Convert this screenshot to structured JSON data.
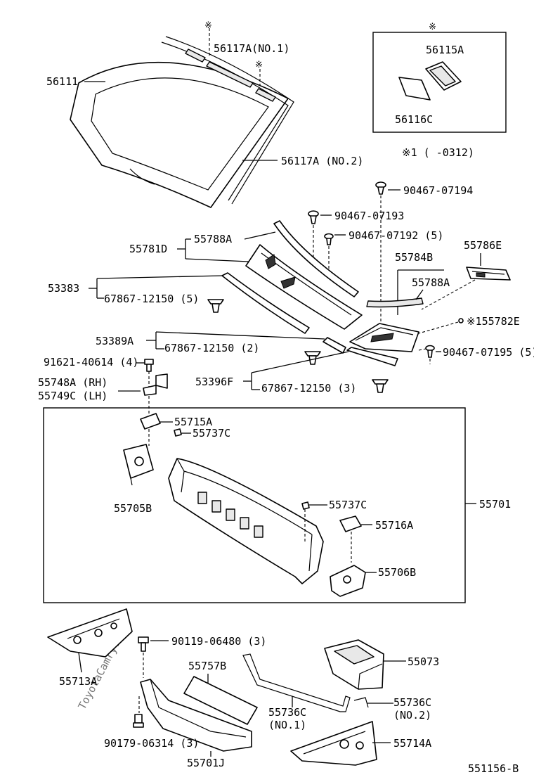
{
  "watermark": "ToyotaCamry.ru",
  "diagram_id": "551156-B",
  "note_mark": "※",
  "note": "※1 (  -0312)",
  "labels": {
    "p56111": "56111",
    "p56117A_1": "56117A(NO.1)",
    "p56117A_2": "56117A (NO.2)",
    "p56115A": "56115A",
    "p56116C": "56116C",
    "p90467_07194": "90467-07194",
    "p90467_07193": "90467-07193",
    "p90467_07192": "90467-07192 (5)",
    "p55788A_1": "55788A",
    "p55781D": "55781D",
    "p55784B": "55784B",
    "p55786E": "55786E",
    "p55788A_2": "55788A",
    "p53383": "53383",
    "p67867_12150_5": "67867-12150 (5)",
    "p55782E": "※155782E",
    "p53389A": "53389A",
    "p67867_12150_2": "67867-12150 (2)",
    "p90467_07195": "90467-07195 (5)",
    "p91621_40614": "91621-40614 (4)",
    "p53396F": "53396F",
    "p67867_12150_3": "67867-12150 (3)",
    "p55748A": "55748A (RH)",
    "p55749C": "55749C (LH)",
    "p55715A": "55715A",
    "p55737C_1": "55737C",
    "p55705B": "55705B",
    "p55701": "55701",
    "p55737C_2": "55737C",
    "p55716A": "55716A",
    "p55706B": "55706B",
    "p90119_06480": "90119-06480 (3)",
    "p55713A": "55713A",
    "p55757B": "55757B",
    "p55073": "55073",
    "p55736C_1": "55736C",
    "p55736C_1_sub": "(NO.1)",
    "p55736C_2": "55736C",
    "p55736C_2_sub": "(NO.2)",
    "p90179_06314": "90179-06314 (3)",
    "p55701J": "55701J",
    "p55714A": "55714A"
  }
}
